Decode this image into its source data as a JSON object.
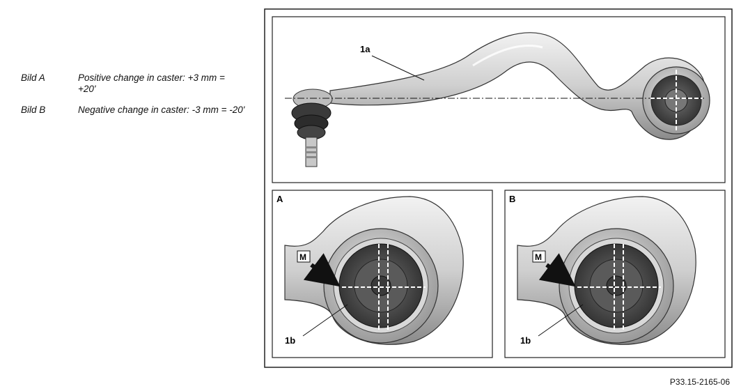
{
  "legend": [
    {
      "key": "Bild A",
      "text": "Positive change in caster: +3 mm = +20'"
    },
    {
      "key": "Bild B",
      "text": "Negative change in caster: -3 mm = -20'"
    }
  ],
  "figure": {
    "top_callout": "1a",
    "panel_a_letter": "A",
    "panel_b_letter": "B",
    "marker_label": "M",
    "bushing_callout": "1b"
  },
  "caption": "P33.15-2165-06"
}
